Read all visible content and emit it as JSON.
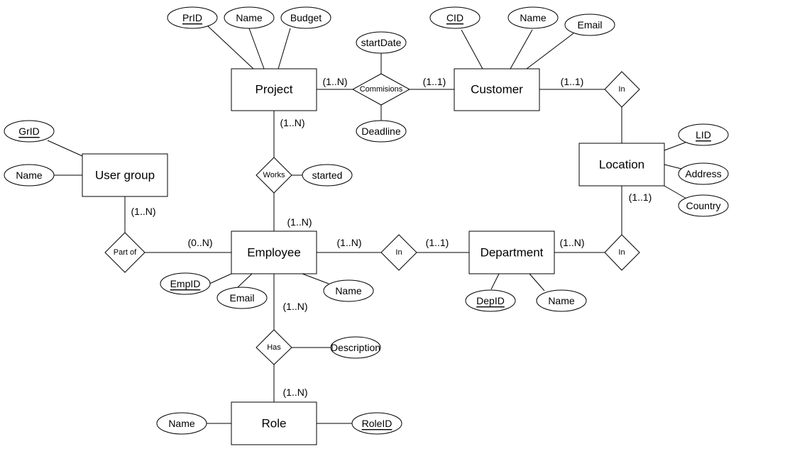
{
  "entities": {
    "project": "Project",
    "customer": "Customer",
    "user_group": "User group",
    "location": "Location",
    "employee": "Employee",
    "department": "Department",
    "role": "Role"
  },
  "relationships": {
    "commisions": "Commisions",
    "works": "Works",
    "in_customer_location": "In",
    "part_of": "Part of",
    "in_employee_department": "In",
    "in_department_location": "In",
    "has": "Has"
  },
  "attributes": {
    "project_prid": "PrID",
    "project_name": "Name",
    "project_budget": "Budget",
    "customer_cid": "CID",
    "customer_name": "Name",
    "customer_email": "Email",
    "commisions_startdate": "startDate",
    "commisions_deadline": "Deadline",
    "works_started": "started",
    "usergroup_grid": "GrID",
    "usergroup_name": "Name",
    "location_lid": "LID",
    "location_address": "Address",
    "location_country": "Country",
    "employee_empid": "EmpID",
    "employee_email": "Email",
    "employee_name": "Name",
    "department_depid": "DepID",
    "department_name": "Name",
    "has_description": "Description",
    "role_name": "Name",
    "role_roleid": "RoleID"
  },
  "cardinalities": {
    "project_commisions": "(1..N)",
    "commisions_customer": "(1..1)",
    "customer_in": "(1..1)",
    "project_works": "(1..N)",
    "works_employee": "(1..N)",
    "usergroup_partof": "(1..N)",
    "partof_employee": "(0..N)",
    "employee_in": "(1..N)",
    "in_department": "(1..1)",
    "department_in": "(1..N)",
    "location_in": "(1..1)",
    "employee_has": "(1..N)",
    "has_role": "(1..N)"
  }
}
